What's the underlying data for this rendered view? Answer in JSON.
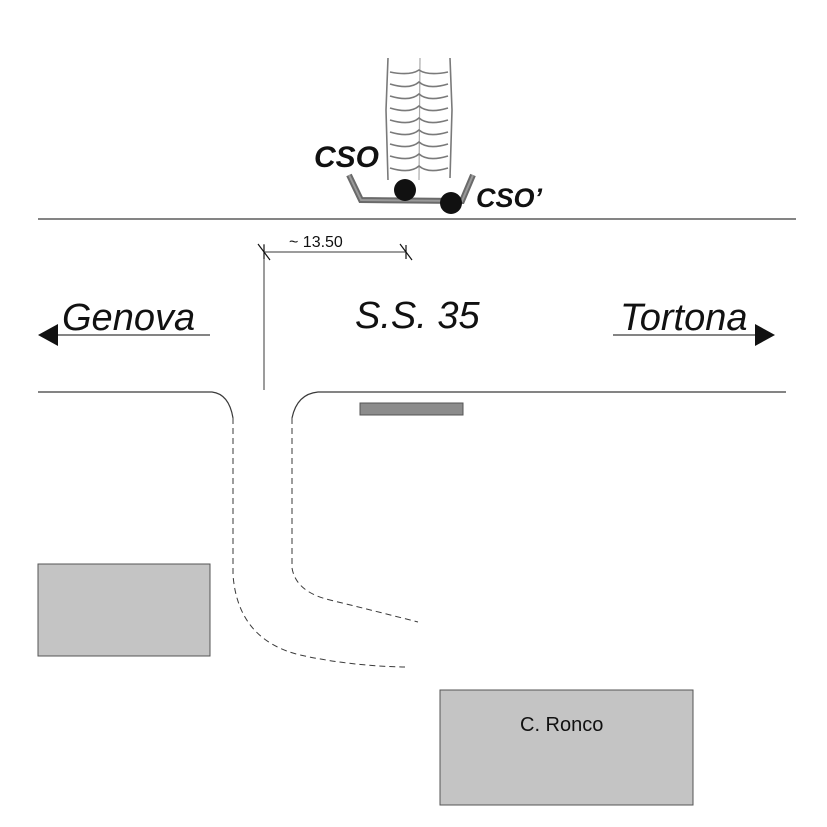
{
  "labels": {
    "road_name": "S.S. 35",
    "west_destination": "Genova",
    "east_destination": "Tortona",
    "marker_1": "CSO",
    "marker_2": "CSO’",
    "distance": "~ 13.50",
    "building": "C. Ronco"
  },
  "colors": {
    "line": "#3a3a3a",
    "building_fill": "#c4c4c4",
    "building_stroke": "#555555",
    "bar_fill": "#8c8c8c",
    "marker_fill": "#111111"
  }
}
